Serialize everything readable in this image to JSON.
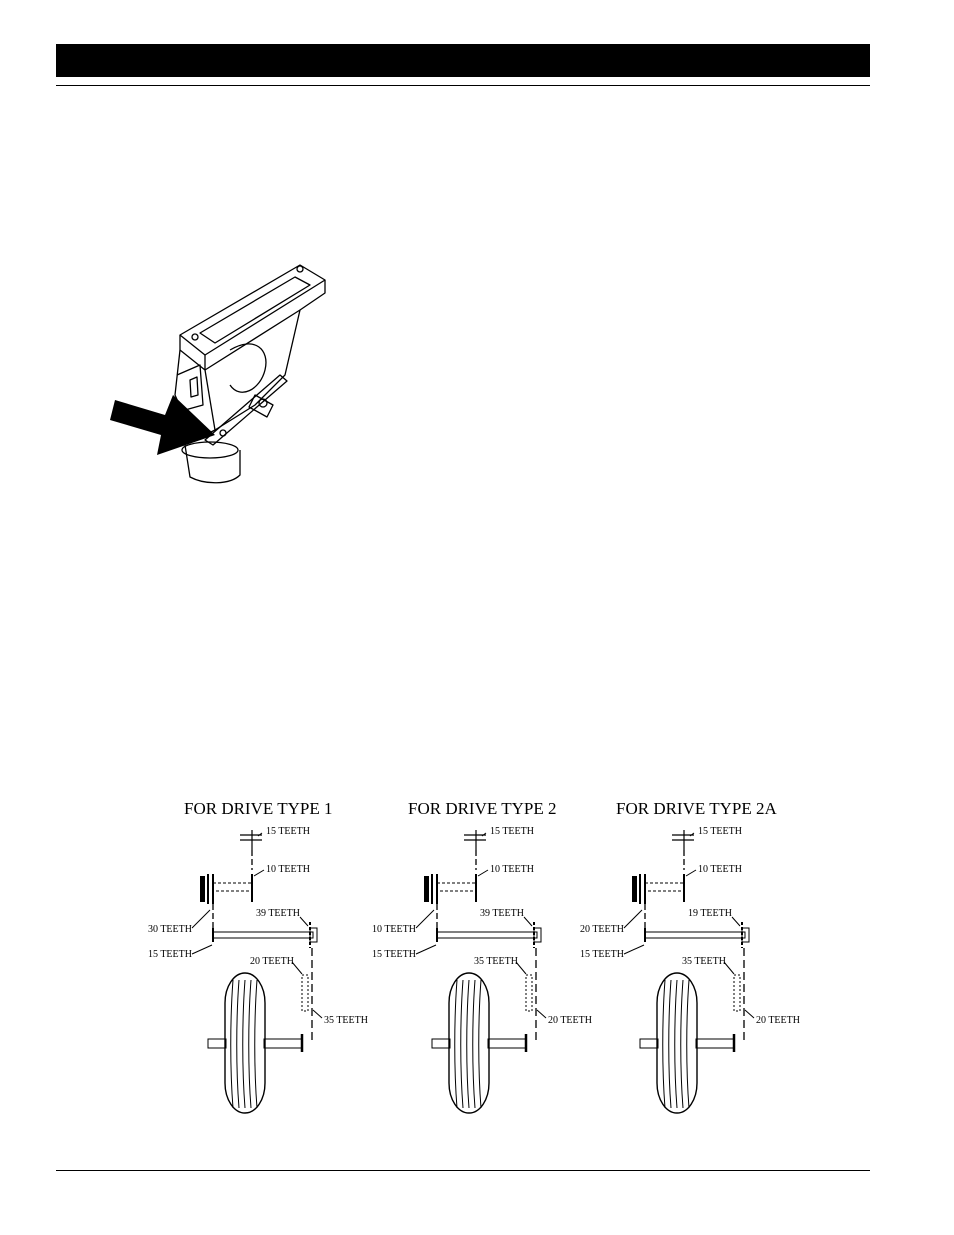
{
  "drives": [
    {
      "title": "FOR DRIVE TYPE 1",
      "top_sprocket": "15 TEETH",
      "upper_sprocket": "10 TEETH",
      "left_upper": "30 TEETH",
      "left_lower": "15 TEETH",
      "right_upper": "39 TEETH",
      "wheel_upper": "20 TEETH",
      "wheel_lower": "35 TEETH"
    },
    {
      "title": "FOR DRIVE TYPE 2",
      "top_sprocket": "15 TEETH",
      "upper_sprocket": "10 TEETH",
      "left_upper": "10 TEETH",
      "left_lower": "15 TEETH",
      "right_upper": "39 TEETH",
      "wheel_upper": "35 TEETH",
      "wheel_lower": "20 TEETH"
    },
    {
      "title": "FOR DRIVE TYPE 2A",
      "top_sprocket": "15 TEETH",
      "upper_sprocket": "10 TEETH",
      "left_upper": "20 TEETH",
      "left_lower": "15 TEETH",
      "right_upper": "19 TEETH",
      "wheel_upper": "35 TEETH",
      "wheel_lower": "20 TEETH"
    }
  ]
}
